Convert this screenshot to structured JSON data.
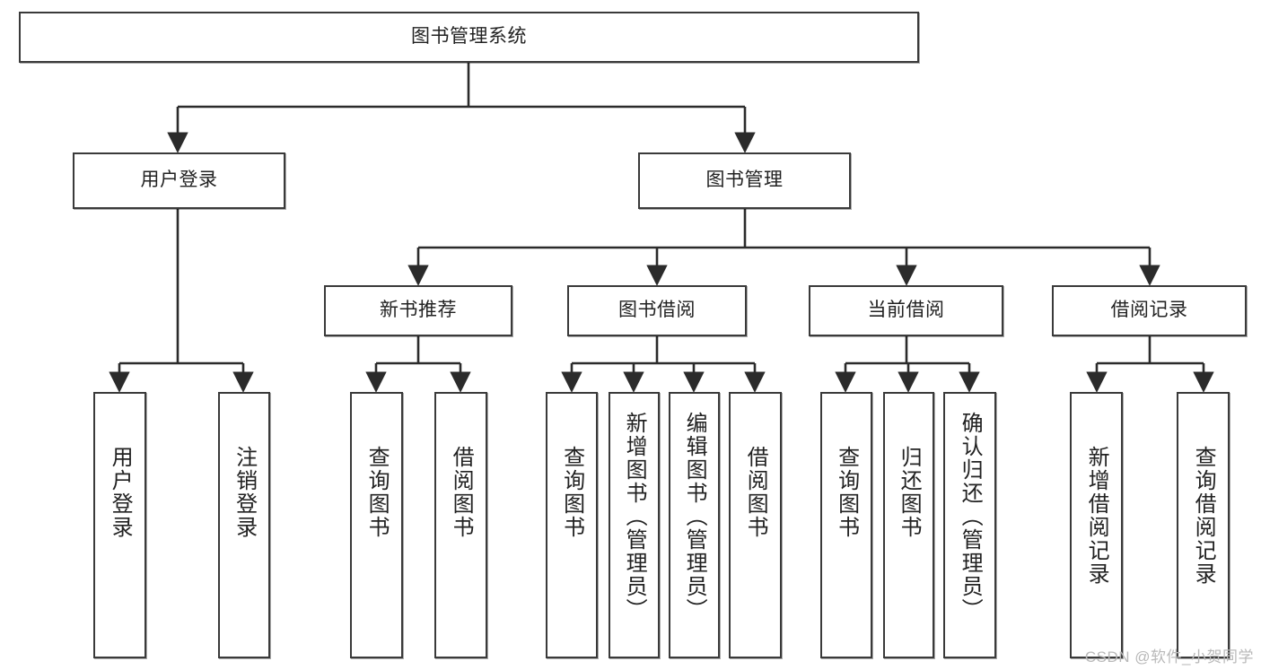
{
  "diagram": {
    "type": "tree",
    "title": "图书管理系统",
    "orientation": "top-down",
    "colors": {
      "box_border": "#3a3a3a",
      "box_fill": "#ffffff",
      "edge": "#2b2b2b",
      "text": "#222222",
      "watermark": "#b9b9b9"
    },
    "root": {
      "label": "图书管理系统"
    },
    "level2": [
      {
        "label": "用户登录"
      },
      {
        "label": "图书管理"
      }
    ],
    "level3": [
      {
        "label": "新书推荐"
      },
      {
        "label": "图书借阅"
      },
      {
        "label": "当前借阅"
      },
      {
        "label": "借阅记录"
      }
    ],
    "leaves": [
      {
        "label": "用户登录",
        "parent": "用户登录"
      },
      {
        "label": "注销登录",
        "parent": "用户登录"
      },
      {
        "label": "查询图书",
        "parent": "新书推荐"
      },
      {
        "label": "借阅图书",
        "parent": "新书推荐"
      },
      {
        "label": "查询图书",
        "parent": "图书借阅"
      },
      {
        "label": "新增图书（管理员）",
        "parent": "图书借阅"
      },
      {
        "label": "编辑图书（管理员）",
        "parent": "图书借阅"
      },
      {
        "label": "借阅图书",
        "parent": "图书借阅"
      },
      {
        "label": "查询图书",
        "parent": "当前借阅"
      },
      {
        "label": "归还图书",
        "parent": "当前借阅"
      },
      {
        "label": "确认归还（管理员）",
        "parent": "当前借阅"
      },
      {
        "label": "新增借阅记录",
        "parent": "借阅记录"
      },
      {
        "label": "查询借阅记录",
        "parent": "借阅记录"
      }
    ]
  },
  "watermark": {
    "text": "CSDN @软件_小贺同学"
  }
}
